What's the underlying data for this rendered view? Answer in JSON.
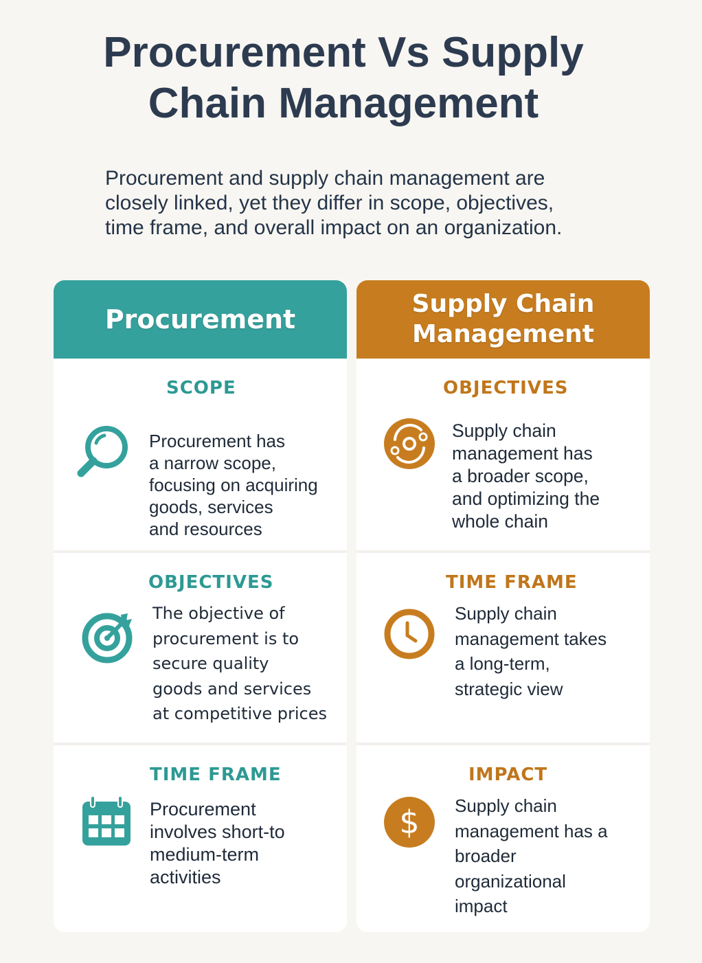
{
  "title": [
    "Procurement Vs Supply",
    "Chain Management"
  ],
  "intro": [
    "Procurement and supply chain management are",
    "closely linked, yet they differ in scope, objectives,",
    "time frame, and overall impact on an organization."
  ],
  "colors": {
    "procurement": "#35a19c",
    "supply_chain": "#c77d1f",
    "title": "#2d3b50"
  },
  "procurement": {
    "header": [
      "Procurement"
    ],
    "cards": [
      {
        "label": "SCOPE",
        "icon": "magnifier-icon",
        "lines": [
          "Procurement has",
          "a narrow scope,",
          "focusing on acquiring",
          "goods, services",
          "and resources"
        ]
      },
      {
        "label": "OBJECTIVES",
        "icon": "target-icon",
        "lines": [
          "The objective of",
          "procurement is to",
          "secure quality",
          "goods and services",
          "at competitive prices"
        ]
      },
      {
        "label": "TIME FRAME",
        "icon": "calendar-icon",
        "lines": [
          "Procurement",
          "involves short-to",
          "medium-term",
          "activities"
        ]
      }
    ]
  },
  "supply_chain": {
    "header": [
      "Supply Chain",
      "Management"
    ],
    "cards": [
      {
        "label": "OBJECTIVES",
        "icon": "cycle-icon",
        "lines": [
          "Supply chain",
          "management has",
          "a broader scope,",
          "and optimizing the",
          "whole chain"
        ]
      },
      {
        "label": "TIME FRAME",
        "icon": "clock-icon",
        "lines": [
          "Supply chain",
          "management takes",
          "a long-term,",
          "strategic view"
        ]
      },
      {
        "label": "IMPACT",
        "icon": "dollar-icon",
        "lines": [
          "Supply chain",
          "management has a",
          "broader",
          "organizational",
          "impact"
        ]
      }
    ]
  }
}
